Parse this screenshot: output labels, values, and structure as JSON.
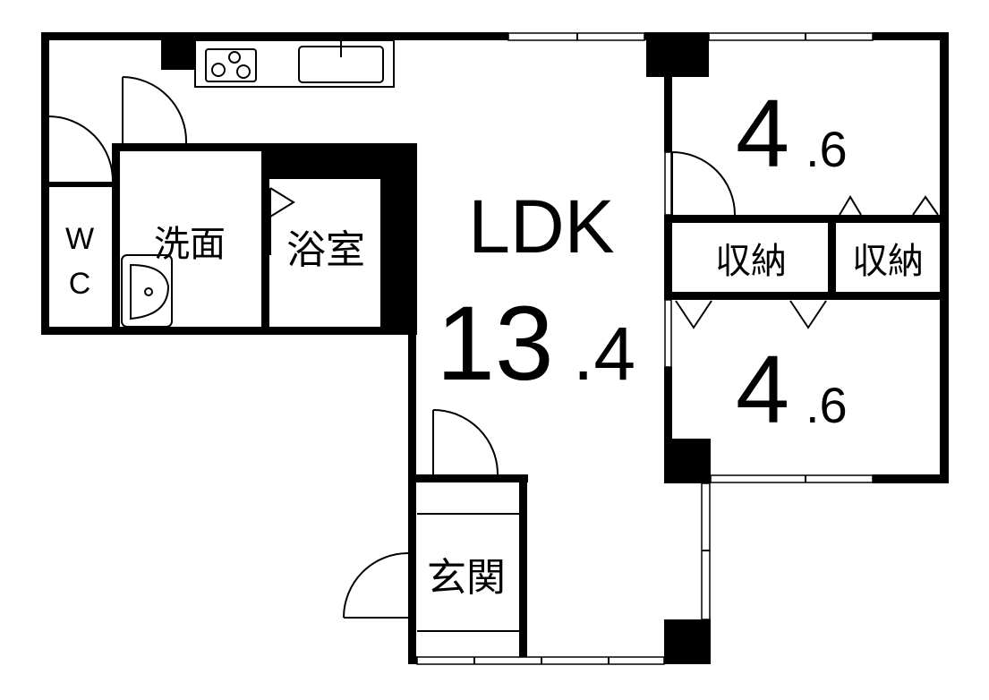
{
  "rooms": {
    "ldk": {
      "name": "LDK",
      "size_main": "13",
      "size_decimal": ".4"
    },
    "bedroom_upper": {
      "size_main": "4",
      "size_decimal": ".6"
    },
    "bedroom_lower": {
      "size_main": "4",
      "size_decimal": ".6"
    },
    "storage_left": {
      "name": "収納"
    },
    "storage_right": {
      "name": "収納"
    },
    "bath": {
      "name": "浴室"
    },
    "washroom": {
      "name": "洗面"
    },
    "wc": {
      "line1": "W",
      "line2": "C"
    },
    "entrance": {
      "name": "玄関"
    }
  },
  "icons": [
    "stove-icon",
    "kitchen-sink-icon",
    "wash-basin-icon",
    "door-swing-icon",
    "window-icon"
  ]
}
